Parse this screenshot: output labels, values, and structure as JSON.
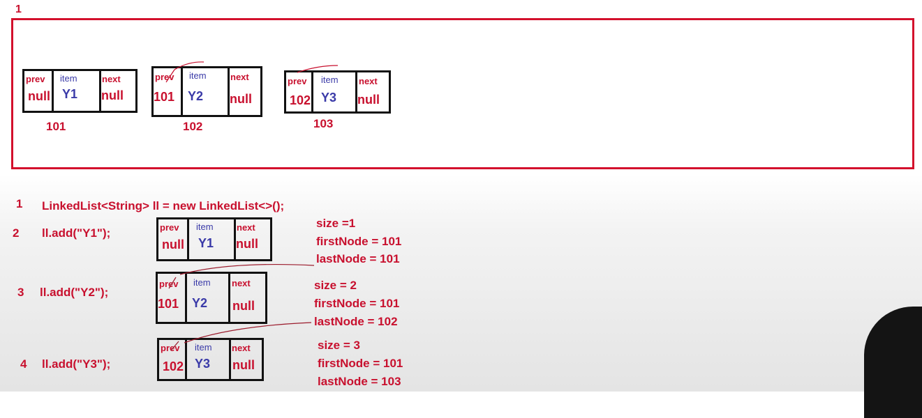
{
  "top_panel": {
    "step_label": "1",
    "nodes": [
      {
        "prev_label": "prev",
        "item_label": "item",
        "next_label": "next",
        "prev": "null",
        "item": "Y1",
        "next": "null",
        "address": "101"
      },
      {
        "prev_label": "prev",
        "item_label": "item",
        "next_label": "next",
        "prev": "101",
        "item": "Y2",
        "next": "null",
        "address": "102"
      },
      {
        "prev_label": "prev",
        "item_label": "item",
        "next_label": "next",
        "prev": "102",
        "item": "Y3",
        "next": "null",
        "address": "103"
      }
    ]
  },
  "steps": [
    {
      "number": "1",
      "code": "LinkedList<String> ll = new LinkedList<>();"
    },
    {
      "number": "2",
      "code": "ll.add(\"Y1\");",
      "node": {
        "prev_label": "prev",
        "item_label": "item",
        "next_label": "next",
        "prev": "null",
        "item": "Y1",
        "next": "null"
      },
      "size": "size =1",
      "first": "firstNode = 101",
      "last": "lastNode =  101"
    },
    {
      "number": "3",
      "code": "ll.add(\"Y2\");",
      "node": {
        "prev_label": "prev",
        "item_label": "item",
        "next_label": "next",
        "prev": "101",
        "item": "Y2",
        "next": "null"
      },
      "size": "size =  2",
      "first": "firstNode = 101",
      "last": "lastNode =  102"
    },
    {
      "number": "4",
      "code": "ll.add(\"Y3\");",
      "node": {
        "prev_label": "prev",
        "item_label": "item",
        "next_label": "next",
        "prev": "102",
        "item": "Y3",
        "next": "null"
      },
      "size": "size =  3",
      "first": "firstNode = 101",
      "last": "lastNode =   103"
    }
  ],
  "colors": {
    "text_red": "#c8102e",
    "text_blue": "#3a3aa8",
    "box_red": "#d3102c",
    "node_border": "#111111"
  }
}
